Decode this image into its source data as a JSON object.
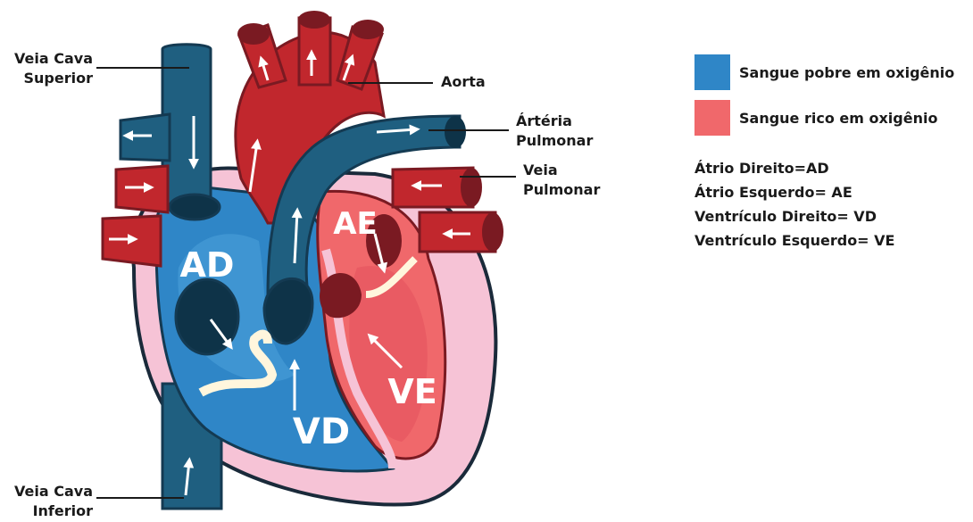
{
  "labels": {
    "vcs_line1": "Veia Cava",
    "vcs_line2": "Superior",
    "vci_line1": "Veia Cava",
    "vci_line2": "Inferior",
    "aorta": "Aorta",
    "art_pulm_line1": "Ártéria",
    "art_pulm_line2": "Pulmonar",
    "veia_pulm_line1": "Veia",
    "veia_pulm_line2": "Pulmonar"
  },
  "chambers": {
    "ad": "AD",
    "ae": "AE",
    "vd": "VD",
    "ve": "VE"
  },
  "legend": {
    "poor": "Sangue pobre em oxigênio",
    "rich": "Sangue rico em oxigênio",
    "poor_color": "#2f86c7",
    "rich_color": "#f0686b"
  },
  "abbreviations": [
    "Átrio Direito=AD",
    "Átrio Esquerdo= AE",
    "Ventrículo Direito= VD",
    "Ventrículo Esquerdo= VE"
  ]
}
